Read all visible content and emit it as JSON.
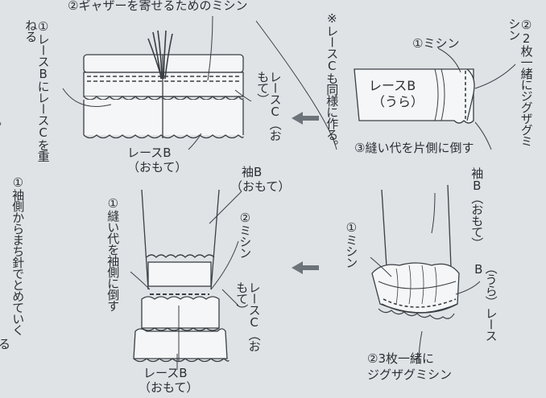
{
  "labels": {
    "top_gather": "②ギャザーを寄せるためのミシン",
    "left_overlap": "①レースBにレースCを重ねる",
    "lace_c_front_1": "レースC（おもて）",
    "lace_b_front_1": "レースB",
    "lace_b_front_1_sub": "（おもて）",
    "note_same": "※レースCも同様に作る。",
    "sew_1": "①ミシン",
    "zigzag_2": "②2枚一緒にジグザグミシン",
    "lace_b_back": "レースB",
    "lace_b_back_sub": "（うら）",
    "fold_allowance": "③縫い代を片側に倒す",
    "pin_sleeve": "①袖側からまち針でとめていく",
    "sleeve_b_front_top": "袖B",
    "sleeve_b_front_top_sub": "（おもて）",
    "fold_to_sleeve": "①縫い代を袖側に倒す",
    "sew_2": "②ミシン",
    "lace_c_front_2": "レースC（おもて）",
    "lace_b_front_2": "レースB",
    "lace_b_front_2_sub": "（おもて）",
    "sleeve_b_front_right": "袖B（おもて）",
    "lace_b_back_right": "（うら）レースB",
    "sew_3": "①ミシン",
    "zigzag_3": "②3枚一緒に",
    "zigzag_3_sub": "ジグザグミシン",
    "edge_o": "。",
    "edge_ru": "る"
  },
  "colors": {
    "line": "#3a3f44",
    "fill": "#f4f6f7",
    "arrow": "#6d7479"
  }
}
